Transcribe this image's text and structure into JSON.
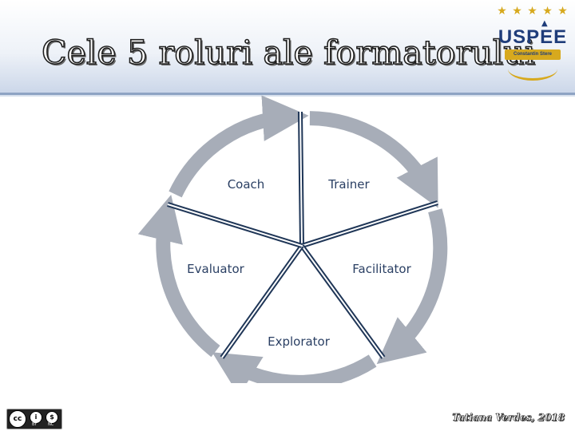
{
  "slide": {
    "title": "Cele 5 roluri ale formatorului",
    "author": "Tatiana Verdes, 2018"
  },
  "logo": {
    "stars": [
      "★",
      "★",
      "★",
      "★",
      "★"
    ],
    "name": "USPEE",
    "subtitle": "Constantin Stere",
    "icon": "graduation-cap-icon"
  },
  "diagram": {
    "roles": [
      "Coach",
      "Trainer",
      "Facilitator",
      "Explorator",
      "Evaluator"
    ]
  },
  "license": {
    "icons": [
      "cc-icon",
      "attribution-icon",
      "noncommercial-icon"
    ],
    "main": "cc",
    "by_glyph": "i",
    "nc_glyph": "$",
    "by_tag": "BY",
    "nc_tag": "NC"
  },
  "colors": {
    "ring": "#a7adb8",
    "title_outline": "#1e1e1e",
    "label_text": "#2a3f63",
    "logo_blue": "#1f3d7a",
    "logo_gold": "#d7a91e"
  }
}
